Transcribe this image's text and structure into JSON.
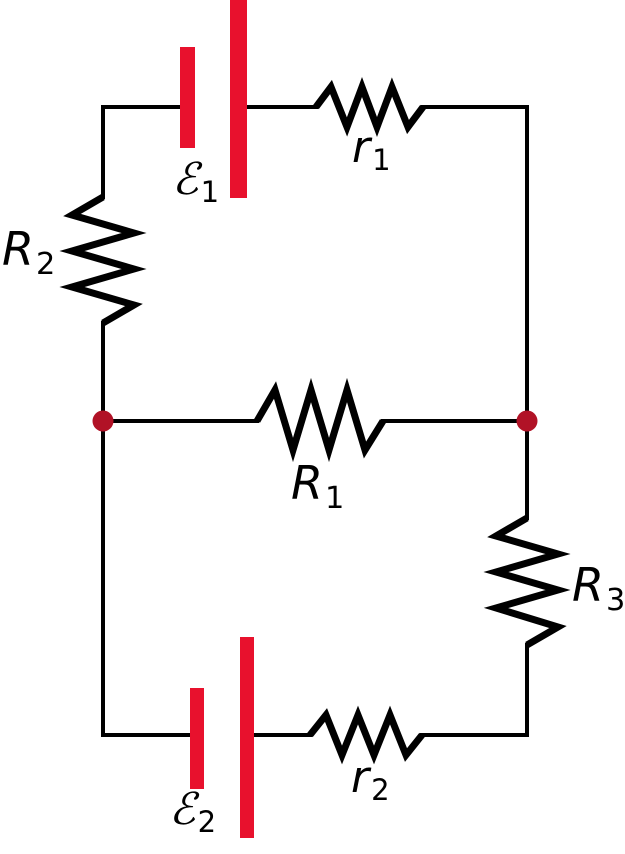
{
  "colors": {
    "wire": "#000000",
    "battery_bar": "#e8112d",
    "junction_dot": "#b11226",
    "label_text": "#000000",
    "background": "#ffffff"
  },
  "labels": {
    "emf1": {
      "base": "ℰ",
      "sub": "1"
    },
    "r1": {
      "base": "r",
      "sub": "1"
    },
    "R2": {
      "base": "R",
      "sub": "2"
    },
    "R1": {
      "base": "R",
      "sub": "1"
    },
    "R3": {
      "base": "R",
      "sub": "3"
    },
    "emf2": {
      "base": "ℰ",
      "sub": "2"
    },
    "r2": {
      "base": "r",
      "sub": "2"
    }
  }
}
